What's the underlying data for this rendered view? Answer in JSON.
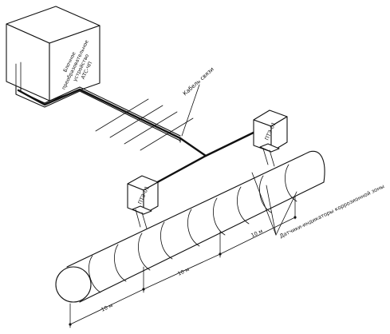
{
  "diagram": {
    "box_label_lines": [
      "Блочное",
      "преобразовательное",
      "устройство",
      "АТС-ЧП"
    ],
    "cable_label": "Кабель связи",
    "sensor_label": "ПТЭ-01",
    "sensors_note": "Датчики-индикаторы коррозионной зоны",
    "spacing_labels": [
      "10 м",
      "10 м",
      "10 м"
    ]
  },
  "colors": {
    "ink": "#111111",
    "paper": "#ffffff"
  }
}
